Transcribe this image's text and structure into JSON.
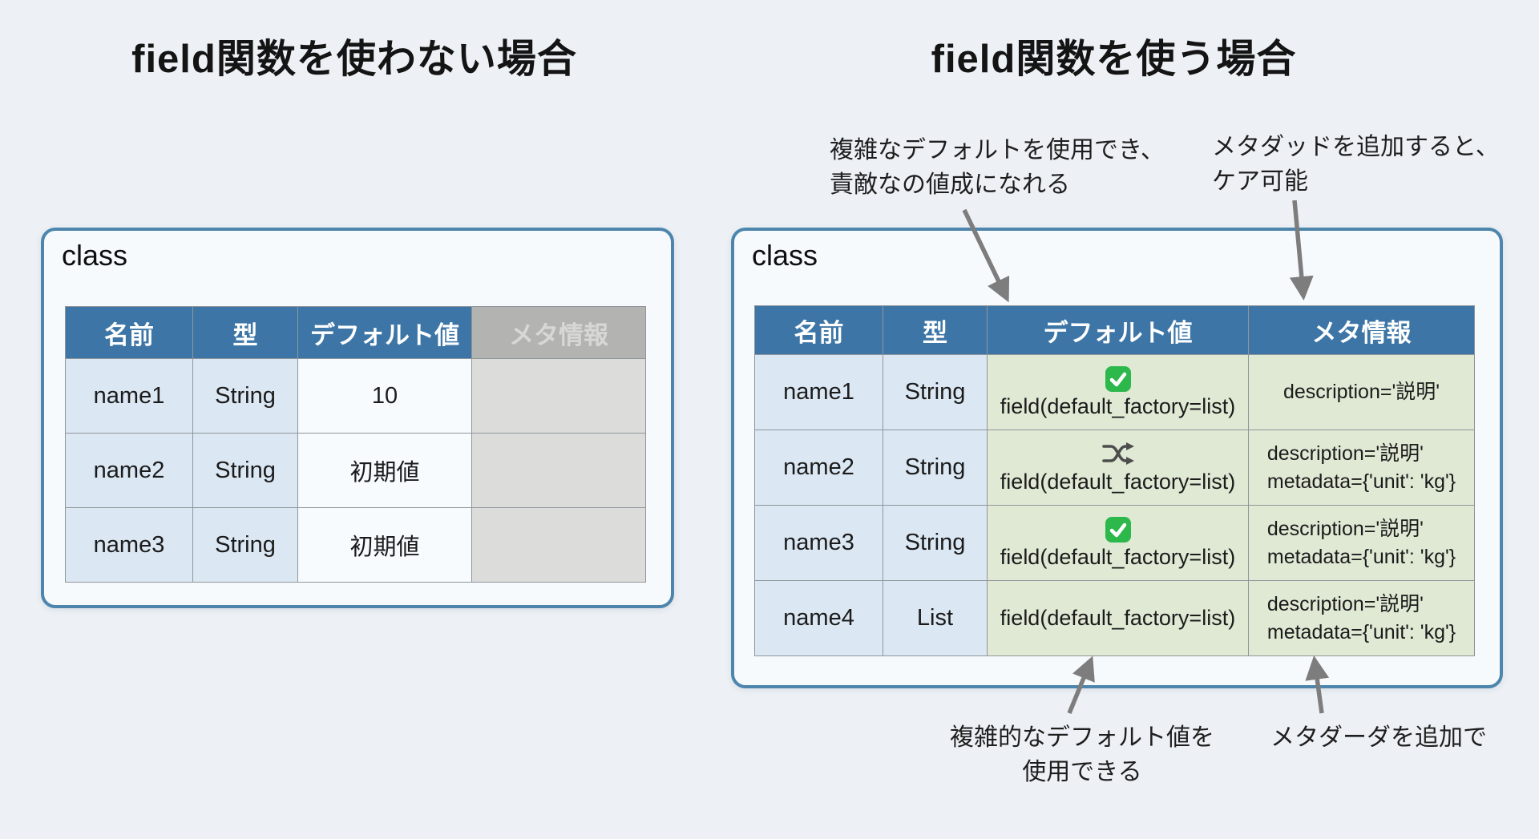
{
  "left_panel": {
    "title": "field関数を使わない場合",
    "class_label": "class",
    "headers": [
      "名前",
      "型",
      "デフォルト値",
      "メタ情報"
    ],
    "rows": [
      {
        "name": "name1",
        "type": "String",
        "default": "10",
        "meta": ""
      },
      {
        "name": "name2",
        "type": "String",
        "default": "初期値",
        "meta": ""
      },
      {
        "name": "name3",
        "type": "String",
        "default": "初期値",
        "meta": ""
      }
    ]
  },
  "right_panel": {
    "title": "field関数を使う場合",
    "class_label": "class",
    "headers": [
      "名前",
      "型",
      "デフォルト値",
      "メタ情報"
    ],
    "rows": [
      {
        "name": "name1",
        "type": "String",
        "default_icon": "check-icon",
        "default": "field(default_factory=list)",
        "meta1": "description='説明'",
        "meta2": ""
      },
      {
        "name": "name2",
        "type": "String",
        "default_icon": "shuffle-icon",
        "default": "field(default_factory=list)",
        "meta1": "description='説明'",
        "meta2": "metadata={'unit': 'kg'}"
      },
      {
        "name": "name3",
        "type": "String",
        "default_icon": "check-icon",
        "default": "field(default_factory=list)",
        "meta1": "description='説明'",
        "meta2": "metadata={'unit': 'kg'}"
      },
      {
        "name": "name4",
        "type": "List",
        "default_icon": "",
        "default": "field(default_factory=list)",
        "meta1": "description='説明'",
        "meta2": "metadata={'unit': 'kg'}"
      }
    ],
    "annotations": {
      "top_left_line1": "複雑なデフォルトを使用でき、",
      "top_left_line2": "責敵なの値成になれる",
      "top_right_line1": "メタダッドを追加すると、",
      "top_right_line2": "ケア可能",
      "bottom_left_line1": "複雑的なデフォルト値を",
      "bottom_left_line2": "使用できる",
      "bottom_right": "メタダーダを追加で"
    }
  },
  "colors": {
    "page_bg": "#edf1f5",
    "header_blue": "#3d76a6",
    "header_gray_bg": "#b3b4b2",
    "header_gray_text": "#d7d8d5",
    "cell_light_blue": "#dbe7f3",
    "cell_white": "#f7fbfe",
    "cell_gray": "#dcdcda",
    "cell_green": "#dfe9d4",
    "card_border": "#4d85ad",
    "arrow_gray": "#7d7d7d",
    "check_green": "#2db84c"
  }
}
